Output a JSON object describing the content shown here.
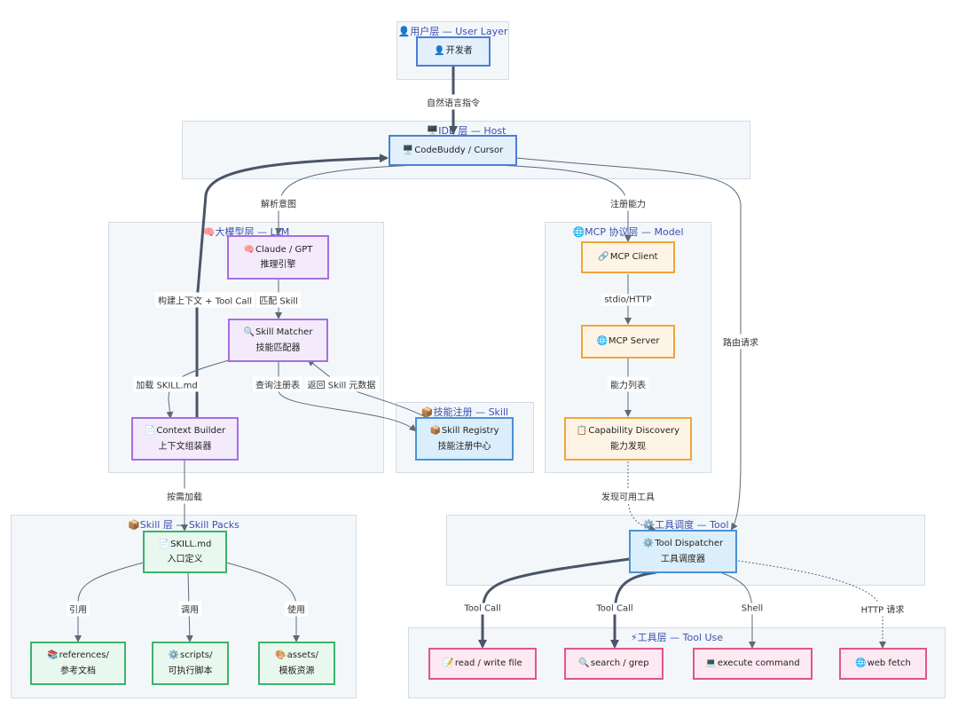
{
  "layers": {
    "user": "👤用户层 — User Layer",
    "ide": "🖥️IDE 层 — Host",
    "llm": "🧠大模型层 — LLM",
    "mcp": "🌐MCP 协议层 — Model",
    "registry": "📦技能注册 — Skill",
    "skill": "📦Skill 层 — Skill Packs",
    "dispatch": "⚙️工具调度 — Tool",
    "tool": "⚡工具层 — Tool Use"
  },
  "nodes": {
    "developer": {
      "icon": "👤",
      "line1": "开发者"
    },
    "codebuddy": {
      "icon": "🖥️",
      "line1": "CodeBuddy / Cursor"
    },
    "claude": {
      "icon": "🧠",
      "line1": "Claude / GPT",
      "line2": "推理引擎"
    },
    "matcher": {
      "icon": "🔍",
      "line1": "Skill Matcher",
      "line2": "技能匹配器"
    },
    "context": {
      "icon": "📄",
      "line1": "Context Builder",
      "line2": "上下文组装器"
    },
    "registry": {
      "icon": "📦",
      "line1": "Skill Registry",
      "line2": "技能注册中心"
    },
    "mcp_client": {
      "icon": "🔗",
      "line1": "MCP Client"
    },
    "mcp_server": {
      "icon": "🌐",
      "line1": "MCP Server"
    },
    "capability": {
      "icon": "📋",
      "line1": "Capability Discovery",
      "line2": "能力发现"
    },
    "skillmd": {
      "icon": "📄",
      "line1": "SKILL.md",
      "line2": "入口定义"
    },
    "references": {
      "icon": "📚",
      "line1": "references/",
      "line2": "参考文档"
    },
    "scripts": {
      "icon": "⚙️",
      "line1": "scripts/",
      "line2": "可执行脚本"
    },
    "assets": {
      "icon": "🎨",
      "line1": "assets/",
      "line2": "模板资源"
    },
    "dispatcher": {
      "icon": "⚙️",
      "line1": "Tool Dispatcher",
      "line2": "工具调度器"
    },
    "readwrite": {
      "icon": "📝",
      "line1": "read / write file"
    },
    "search": {
      "icon": "🔍",
      "line1": "search / grep"
    },
    "execute": {
      "icon": "💻",
      "line1": "execute command"
    },
    "webfetch": {
      "icon": "🌐",
      "line1": "web fetch"
    }
  },
  "edges": {
    "nl_command": "自然语言指令",
    "parse_intent": "解析意图",
    "register_capability": "注册能力",
    "build_context": "构建上下文 + Tool Call",
    "match_skill": "匹配 Skill",
    "route_request": "路由请求",
    "stdio_http": "stdio/HTTP",
    "load_skill": "加载 SKILL.md",
    "query_registry": "查询注册表",
    "return_meta": "返回 Skill 元数据",
    "capability_list": "能力列表",
    "on_demand_load": "按需加载",
    "discover_tools": "发现可用工具",
    "ref": "引用",
    "call": "调用",
    "use": "使用",
    "tool_call_1": "Tool Call",
    "tool_call_2": "Tool Call",
    "shell": "Shell",
    "http_request": "HTTP 请求"
  }
}
